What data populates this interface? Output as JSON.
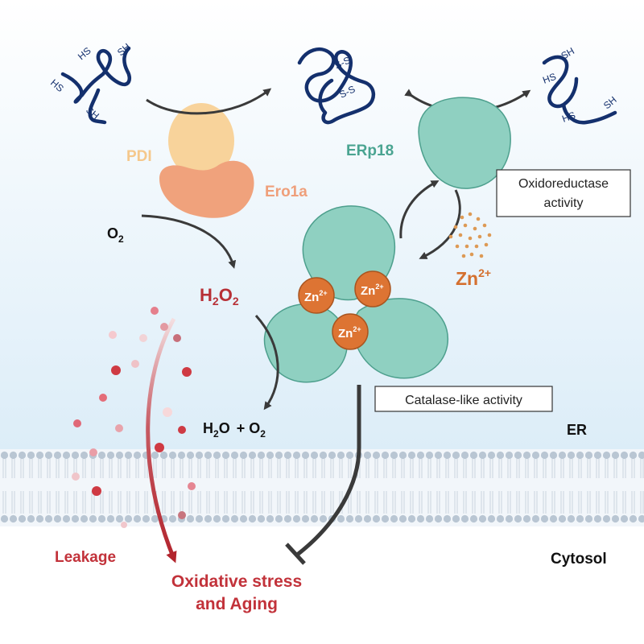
{
  "labels": {
    "pdi": "PDI",
    "ero1a": "Ero1a",
    "erp18": "ERp18",
    "o2_base": "O",
    "o2_sub": "2",
    "h2o2_h": "H",
    "h2o2_sub1": "2",
    "h2o2_o": "O",
    "h2o2_sub2": "2",
    "water_h": "H",
    "water_sub": "2",
    "water_o": "O",
    "water_plus_o": "+ O",
    "water_o2_sub": "2",
    "zn_base": "Zn",
    "zn_sup": "2+",
    "er": "ER",
    "cytosol": "Cytosol",
    "leakage": "Leakage",
    "stress_line1": "Oxidative stress",
    "stress_line2": "and Aging",
    "hs": "HS",
    "sh": "SH",
    "ss": "S-S"
  },
  "boxes": {
    "oxidoreductase_line1": "Oxidoreductase",
    "oxidoreductase_line2": "activity",
    "catalase": "Catalase-like activity"
  },
  "colors": {
    "pdi": "#f8d39b",
    "ero1a": "#f0a27c",
    "erp18": "#8fd0c1",
    "zinc": "#dd7433",
    "h2o2": "#b73036",
    "chain": "#14306d",
    "membrane": "#b9c6d3",
    "arrow": "#3a3a3a"
  }
}
